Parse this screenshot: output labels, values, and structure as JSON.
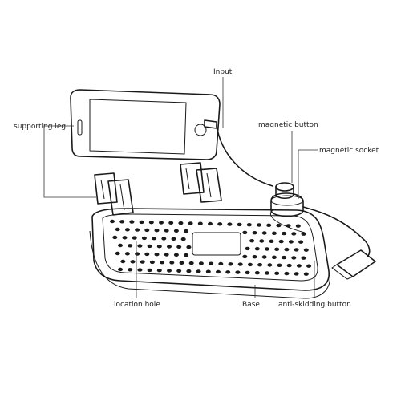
{
  "labels": {
    "input": "Input",
    "supporting_leg": "supporting leg",
    "magnetic_button": "magnetic button",
    "magnetic_socket": "magnetic socket",
    "location_hole": "location hole",
    "base": "Base",
    "anti_skidding_button": "anti-skidding button"
  },
  "colors": {
    "ink": "#1a1a1a",
    "background": "#ffffff"
  }
}
